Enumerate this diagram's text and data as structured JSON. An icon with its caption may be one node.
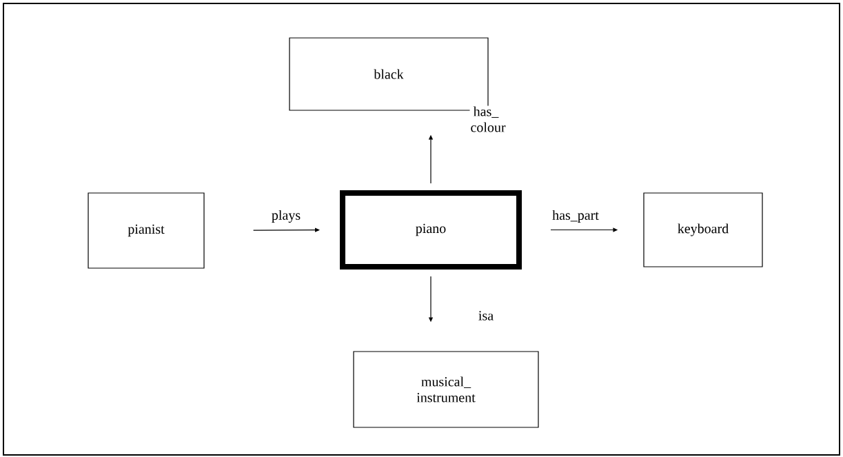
{
  "diagram": {
    "nodes": [
      {
        "text": [
          "black"
        ]
      },
      {
        "text": [
          "pianist"
        ]
      },
      {
        "text": [
          "piano"
        ]
      },
      {
        "text": [
          "keyboard"
        ]
      },
      {
        "text": [
          "musical_ instrument"
        ]
      }
    ],
    "edges": [
      {
        "from": 1,
        "to": 2,
        "arrow": "to",
        "label": "plays"
      },
      {
        "from": 2,
        "to": 0,
        "arrow": "to",
        "label": "has_ colour"
      },
      {
        "from": 2,
        "to": 3,
        "arrow": "to",
        "label": "has_part"
      },
      {
        "from": 2,
        "to": 4,
        "arrow": "to",
        "label": "isa"
      }
    ]
  }
}
